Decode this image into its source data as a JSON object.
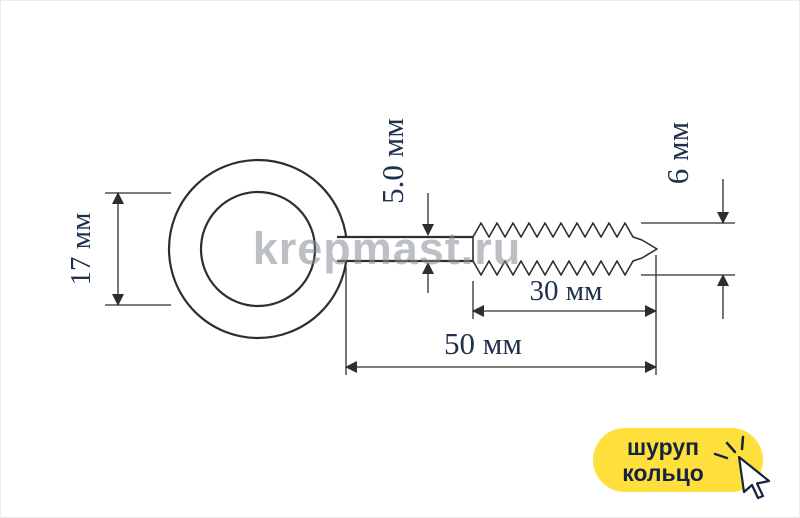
{
  "diagram": {
    "watermark": "krepmast.ru",
    "dimensions": {
      "eye_diameter": "17 мм",
      "shank_diameter": "5.0 мм",
      "thread_diameter": "6 мм",
      "thread_length": "30 мм",
      "total_length": "50 мм"
    },
    "badge": {
      "line1": "шуруп",
      "line2": "кольцо"
    },
    "colors": {
      "dimension_text": "#1f3050",
      "line": "#2e2e2e",
      "badge_bg": "#ffdf3b",
      "badge_text": "#14233f",
      "watermark": "#878d96"
    }
  }
}
